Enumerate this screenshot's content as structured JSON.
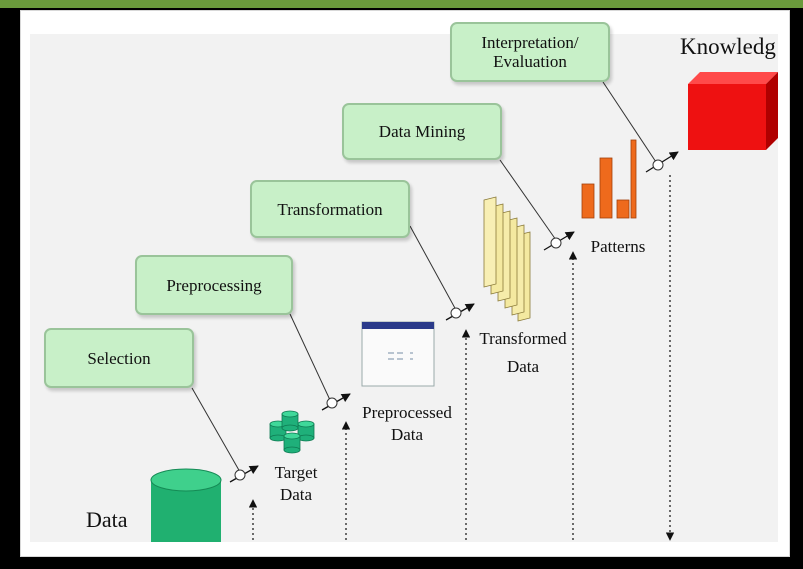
{
  "colors": {
    "step_fill": "#c8f0c8",
    "step_border": "#9ac49a",
    "data_cylinder": "#20b070",
    "transformed_bars": "#f4e9a0",
    "patterns_bars": "#ee6a1c",
    "knowledge_cube": "#ee1111",
    "background": "#f2f2f2"
  },
  "steps": {
    "selection": "Selection",
    "preprocessing": "Preprocessing",
    "transformation": "Transformation",
    "data_mining": "Data Mining",
    "interpretation_line1": "Interpretation/",
    "interpretation_line2": "Evaluation"
  },
  "stages": {
    "data": "Data",
    "target_line1": "Target",
    "target_line2": "Data",
    "preprocessed_line1": "Preprocessed",
    "preprocessed_line2": "Data",
    "transformed_line1": "Transformed",
    "transformed_line2": "Data",
    "patterns": "Patterns",
    "knowledge": "Knowledg"
  }
}
